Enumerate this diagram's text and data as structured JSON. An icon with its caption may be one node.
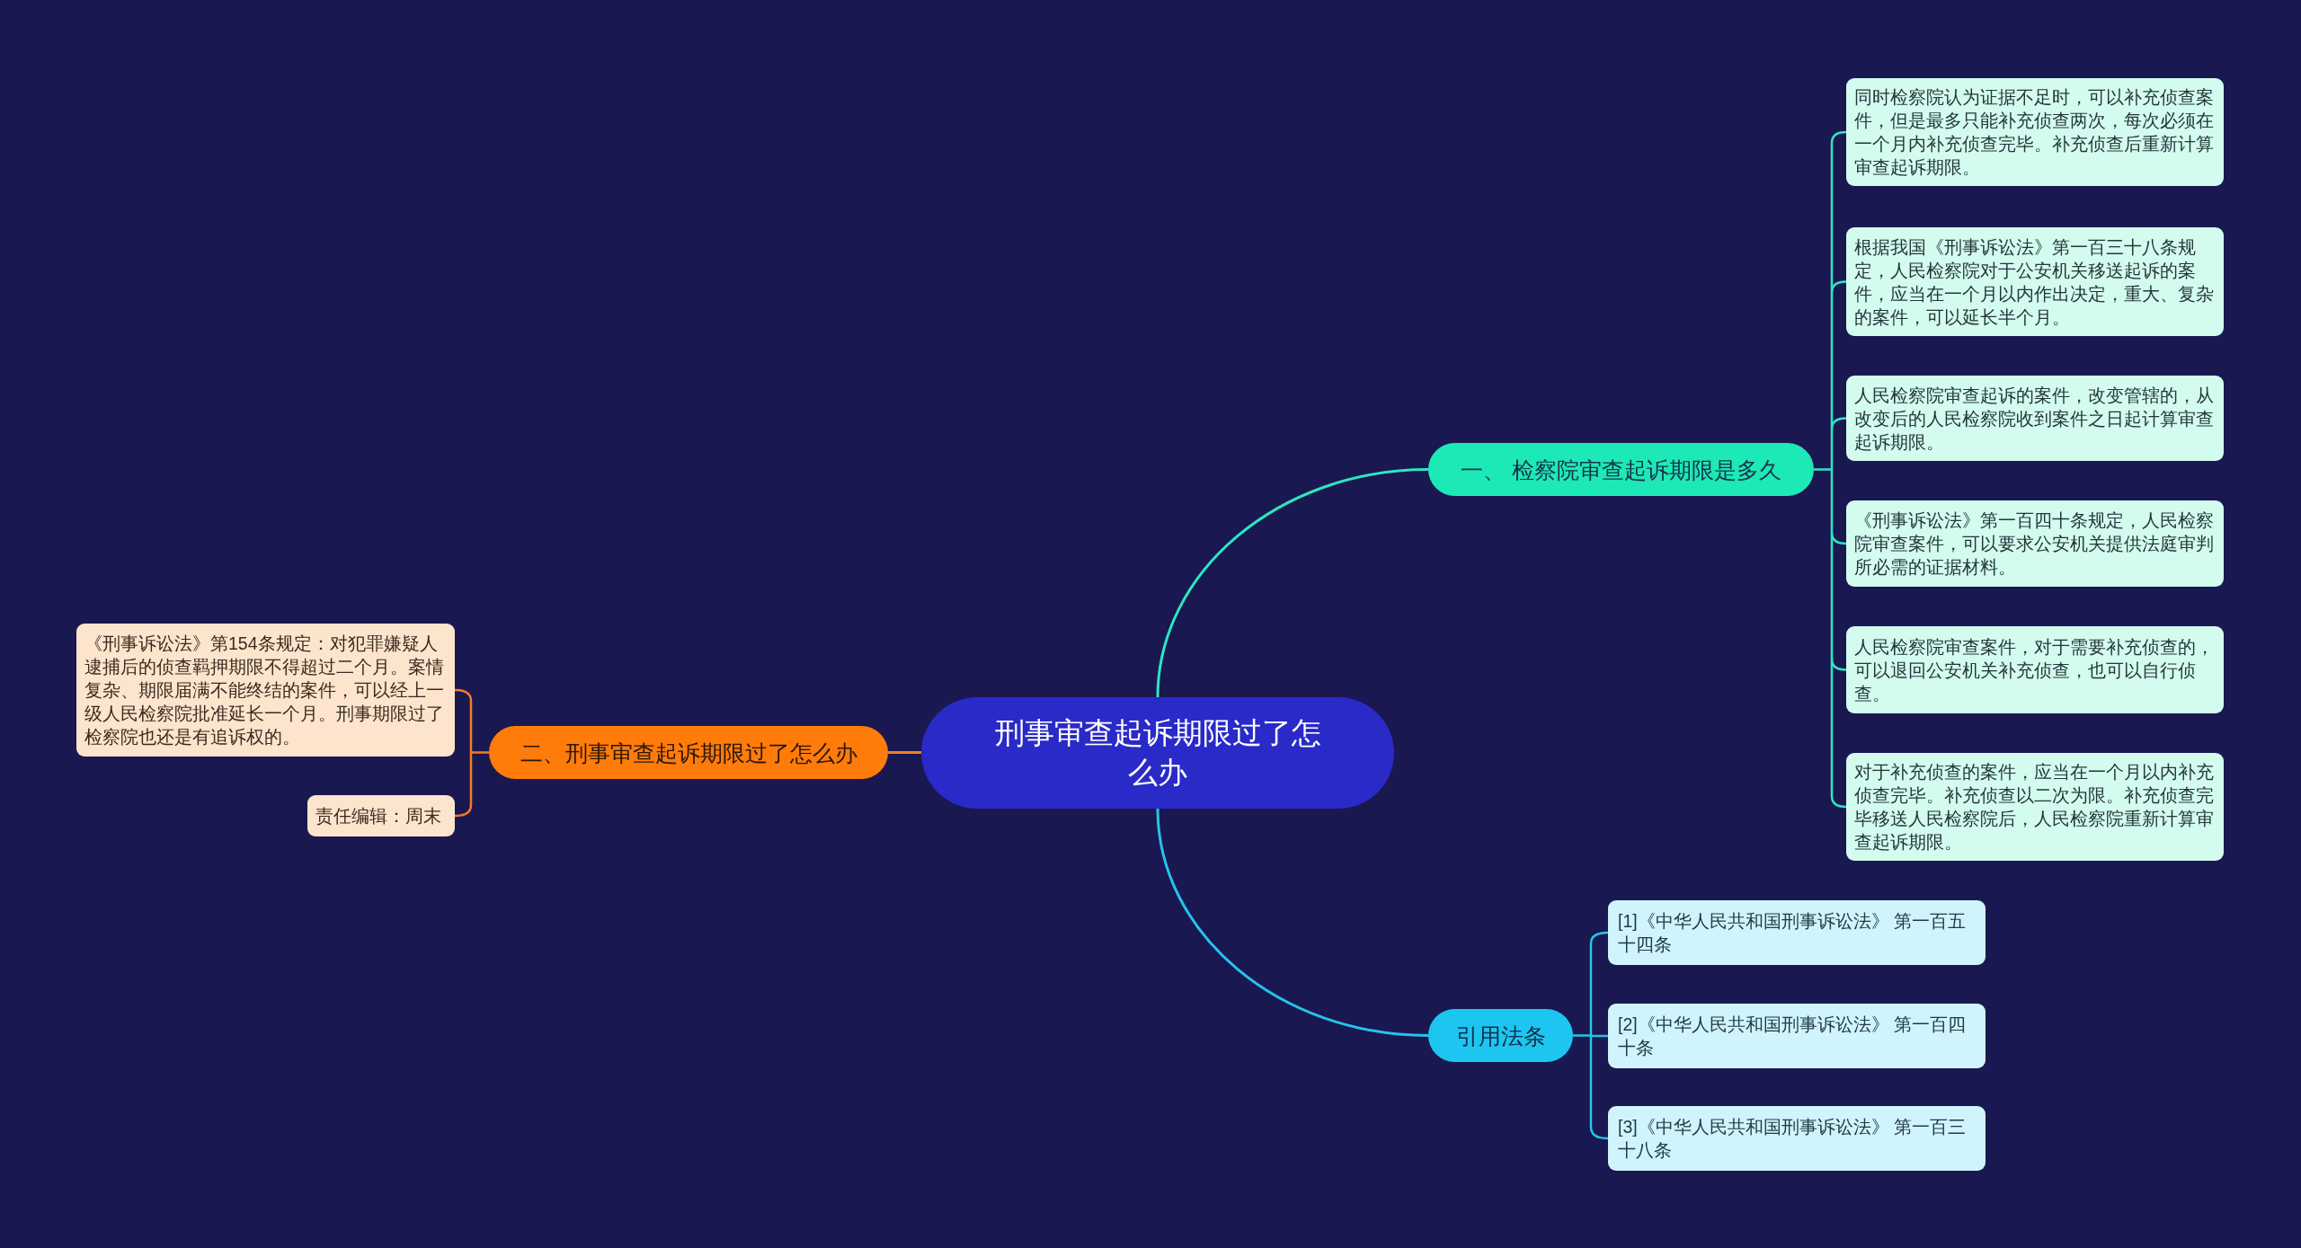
{
  "diagram": {
    "nodes": [
      {
        "text": [
          "刑事审查起诉期限过了怎么办"
        ]
      },
      {
        "text": [
          "一、 检察院审查起诉期限是多久"
        ]
      },
      {
        "text": [
          "同时检察院认为证据不足时，可以补充侦查案件，但是最多只能补充侦查两次，每次必须在一个月内补充侦查完毕。补充侦查后重新计算审查起诉期限。"
        ]
      },
      {
        "text": [
          "根据我国《刑事诉讼法》第一百三十八条规定，人民检察院对于公安机关移送起诉的案件，应当在一个月以内作出决定，重大、复杂的案件，可以延长半个月。"
        ]
      },
      {
        "text": [
          "人民检察院审查起诉的案件，改变管辖的，从改变后的人民检察院收到案件之日起计算审查起诉期限。"
        ]
      },
      {
        "text": [
          "《刑事诉讼法》第一百四十条规定，人民检察院审查案件，可以要求公安机关提供法庭审判所必需的证据材料。"
        ]
      },
      {
        "text": [
          "人民检察院审查案件，对于需要补充侦查的，可以退回公安机关补充侦查，也可以自行侦查。"
        ]
      },
      {
        "text": [
          "对于补充侦查的案件，应当在一个月以内补充侦查完毕。补充侦查以二次为限。补充侦查完毕移送人民检察院后，人民检察院重新计算审查起诉期限。"
        ]
      },
      {
        "text": [
          "二、刑事审查起诉期限过了怎么办"
        ]
      },
      {
        "text": [
          "《刑事诉讼法》第154条规定：对犯罪嫌疑人逮捕后的侦查羁押期限不得超过二个月。案情复杂、期限届满不能终结的案件，可以经上一级人民检察院批准延长一个月。刑事期限过了检察院也还是有追诉权的。"
        ]
      },
      {
        "text": [
          "责任编辑：周末"
        ]
      },
      {
        "text": [
          "引用法条"
        ]
      },
      {
        "text": [
          "[1]《中华人民共和国刑事诉讼法》 第一百五十四条"
        ]
      },
      {
        "text": [
          "[2]《中华人民共和国刑事诉讼法》 第一百四十条"
        ]
      },
      {
        "text": [
          "[3]《中华人民共和国刑事诉讼法》 第一百三十八条"
        ]
      }
    ],
    "edges": [
      {
        "from": 0,
        "to": 1,
        "arrow": "none"
      },
      {
        "from": 1,
        "to": 2,
        "arrow": "none"
      },
      {
        "from": 1,
        "to": 3,
        "arrow": "none"
      },
      {
        "from": 1,
        "to": 4,
        "arrow": "none"
      },
      {
        "from": 1,
        "to": 5,
        "arrow": "none"
      },
      {
        "from": 1,
        "to": 6,
        "arrow": "none"
      },
      {
        "from": 1,
        "to": 7,
        "arrow": "none"
      },
      {
        "from": 0,
        "to": 8,
        "arrow": "none",
        "color": "#f47c20"
      },
      {
        "from": 8,
        "to": 9,
        "arrow": "none",
        "color": "#f47c20"
      },
      {
        "from": 8,
        "to": 10,
        "arrow": "none",
        "color": "#f47c20"
      },
      {
        "from": 0,
        "to": 11,
        "arrow": "none",
        "color": "#25c4ea"
      },
      {
        "from": 11,
        "to": 12,
        "arrow": "none",
        "color": "#25c4ea"
      },
      {
        "from": 11,
        "to": 13,
        "arrow": "none",
        "color": "#25c4ea"
      },
      {
        "from": 11,
        "to": 14,
        "arrow": "none",
        "color": "#25c4ea"
      }
    ]
  }
}
